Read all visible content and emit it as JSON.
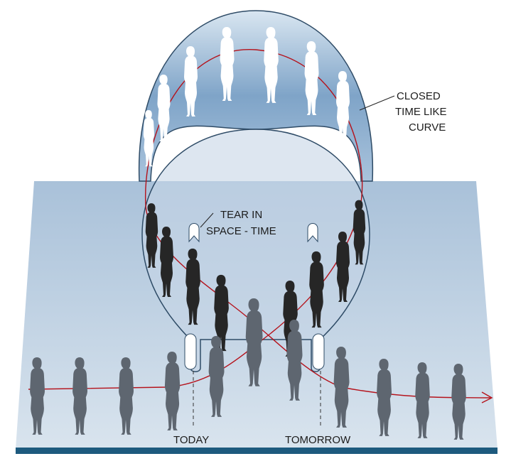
{
  "labels": {
    "ctc_line1": "CLOSED",
    "ctc_line2": "TIME LIKE",
    "ctc_line3": "CURVE",
    "tear_line1": "TEAR IN",
    "tear_line2": "SPACE - TIME",
    "today": "TODAY",
    "tomorrow": "TOMORROW"
  },
  "colors": {
    "plane": "#b9cde0",
    "loop_top": "#6e97bf",
    "worldline": "#b5121b",
    "base_bar": "#1d5a7e",
    "figure_dark": "#2a2a2a",
    "figure_grey": "#5e6670",
    "figure_white": "#ffffff"
  }
}
